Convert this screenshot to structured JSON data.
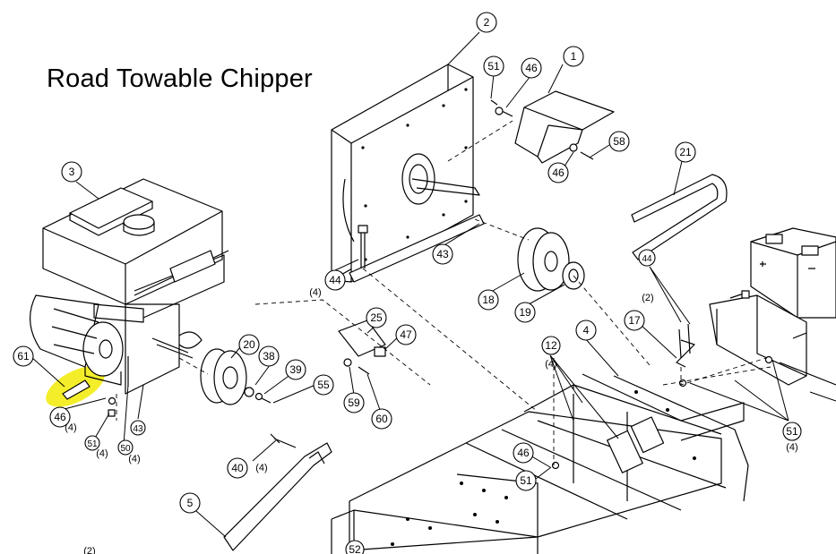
{
  "title": "Road Towable Chipper",
  "highlight_color": "#f4ee2a",
  "callouts": [
    {
      "id": "c1",
      "label": "1"
    },
    {
      "id": "c2",
      "label": "2"
    },
    {
      "id": "c3",
      "label": "3"
    },
    {
      "id": "c4",
      "label": "4"
    },
    {
      "id": "c5",
      "label": "5"
    },
    {
      "id": "c12",
      "label": "12"
    },
    {
      "id": "c17",
      "label": "17"
    },
    {
      "id": "c18",
      "label": "18"
    },
    {
      "id": "c19",
      "label": "19"
    },
    {
      "id": "c20",
      "label": "20"
    },
    {
      "id": "c21",
      "label": "21"
    },
    {
      "id": "c25",
      "label": "25"
    },
    {
      "id": "c38",
      "label": "38"
    },
    {
      "id": "c39",
      "label": "39"
    },
    {
      "id": "c40",
      "label": "40"
    },
    {
      "id": "c43a",
      "label": "43"
    },
    {
      "id": "c43b",
      "label": "43"
    },
    {
      "id": "c44a",
      "label": "44"
    },
    {
      "id": "c44b",
      "label": "44"
    },
    {
      "id": "c46a",
      "label": "46"
    },
    {
      "id": "c46b",
      "label": "46"
    },
    {
      "id": "c46c",
      "label": "46"
    },
    {
      "id": "c46d",
      "label": "46"
    },
    {
      "id": "c47",
      "label": "47"
    },
    {
      "id": "c50",
      "label": "50"
    },
    {
      "id": "c51a",
      "label": "51"
    },
    {
      "id": "c51b",
      "label": "51"
    },
    {
      "id": "c51c",
      "label": "51"
    },
    {
      "id": "c51d",
      "label": "51"
    },
    {
      "id": "c52",
      "label": "52"
    },
    {
      "id": "c55",
      "label": "55"
    },
    {
      "id": "c58",
      "label": "58"
    },
    {
      "id": "c59",
      "label": "59"
    },
    {
      "id": "c60",
      "label": "60"
    },
    {
      "id": "c61",
      "label": "61"
    }
  ],
  "quantities": [
    {
      "id": "q44a",
      "label": "(4)"
    },
    {
      "id": "q44b",
      "label": "(2)"
    },
    {
      "id": "q12",
      "label": "(4)"
    },
    {
      "id": "q46",
      "label": "(4)"
    },
    {
      "id": "q51b",
      "label": "(4)"
    },
    {
      "id": "q50",
      "label": "(4)"
    },
    {
      "id": "q40",
      "label": "(4)"
    },
    {
      "id": "q51c",
      "label": "(4)"
    },
    {
      "id": "qbl",
      "label": "(2)"
    }
  ]
}
